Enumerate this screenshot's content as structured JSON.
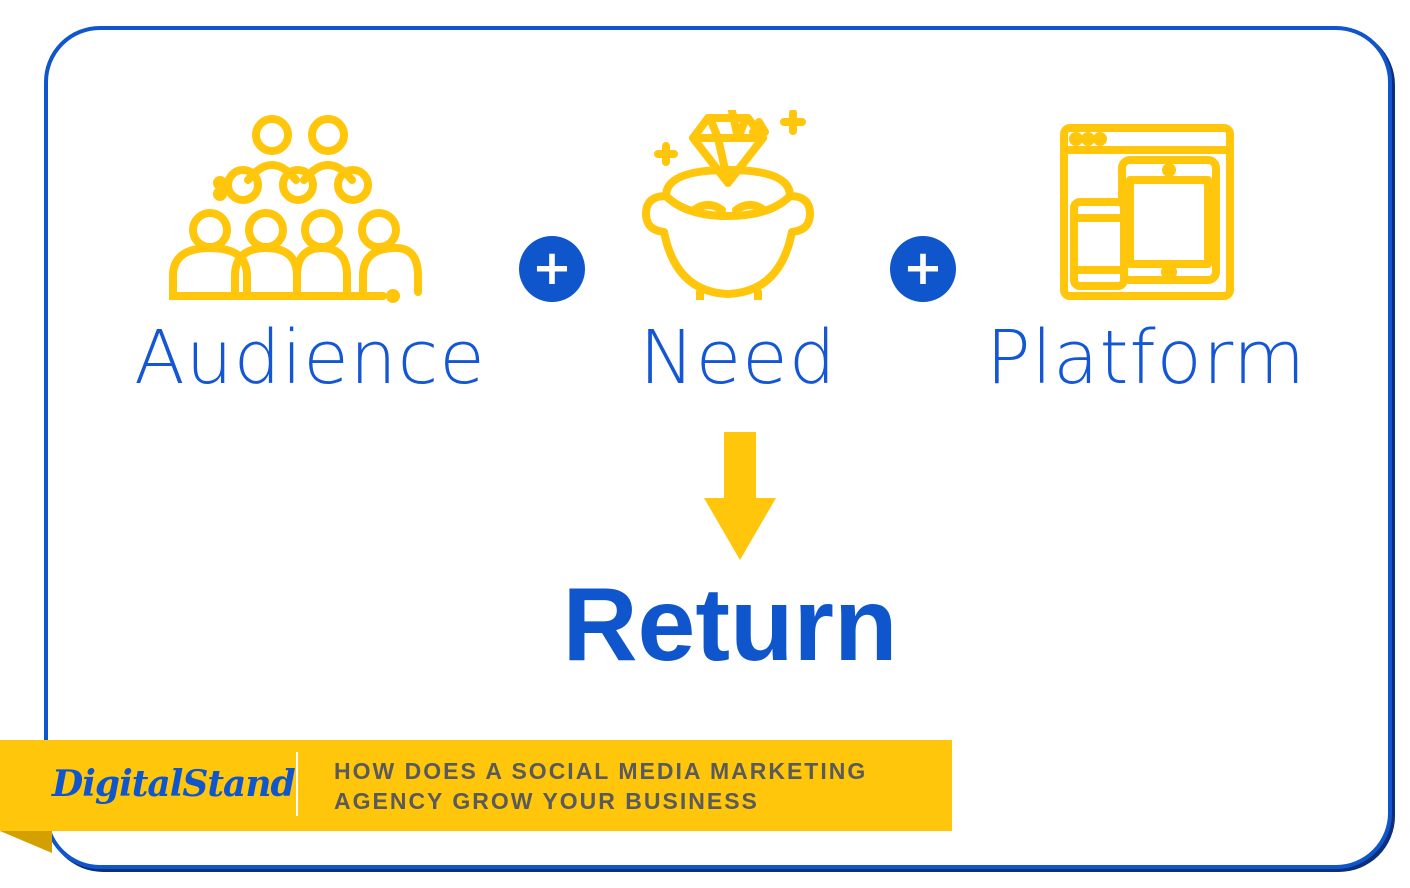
{
  "diagram": {
    "items": [
      {
        "label": "Audience",
        "icon": "audience-icon"
      },
      {
        "label": "Need",
        "icon": "diamond-head-icon"
      },
      {
        "label": "Platform",
        "icon": "devices-icon"
      }
    ],
    "plus_symbol": "+",
    "result": "Return",
    "colors": {
      "blue": "#0f55cc",
      "yellow": "#ffc60b",
      "gray": "#5a5a5a"
    }
  },
  "banner": {
    "logo": "DigitalStand",
    "line1": "HOW DOES A SOCIAL MEDIA MARKETING",
    "line2": "AGENCY GROW YOUR BUSINESS"
  }
}
